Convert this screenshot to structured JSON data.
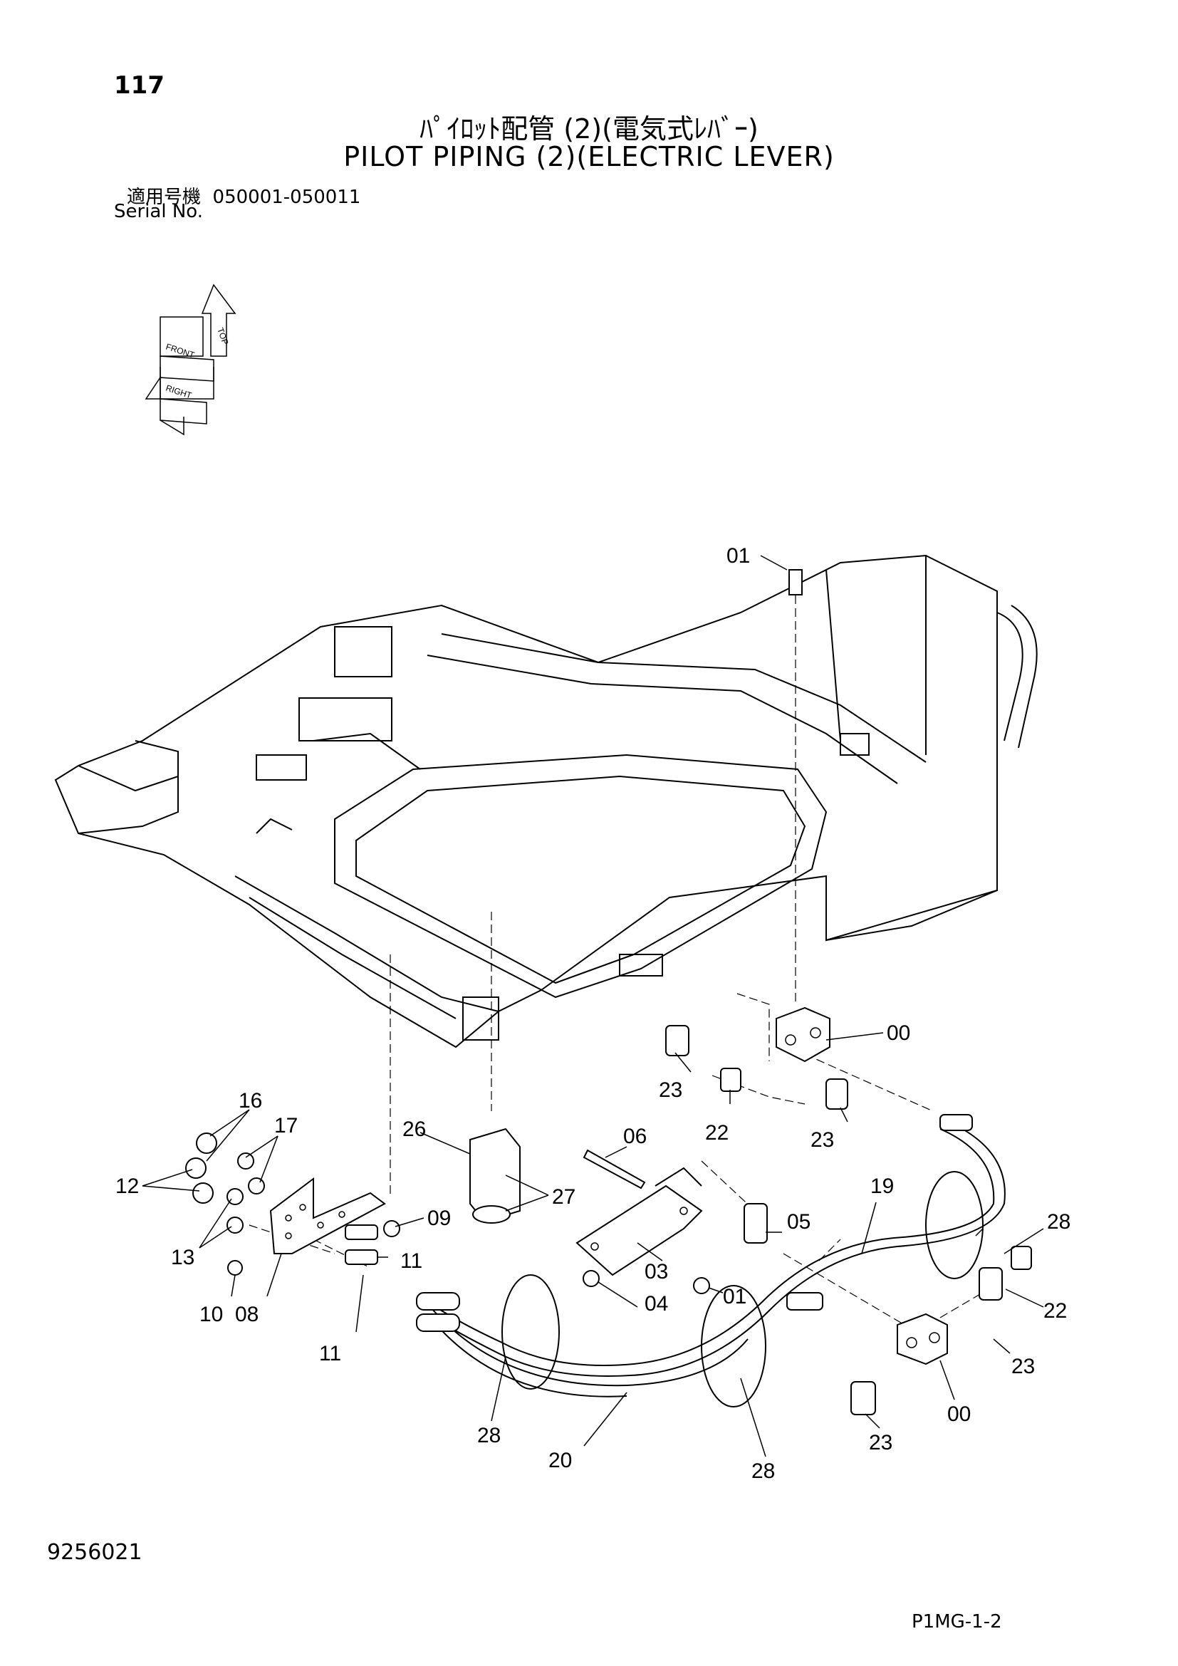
{
  "header": {
    "page_number": "117",
    "title_jp": "ﾊﾟｲﾛｯﾄ配管 (2)(電気式ﾚﾊﾞｰ)",
    "title_en": "PILOT PIPING (2)(ELECTRIC LEVER)",
    "serial_label_jp": "適用号機",
    "serial_range": "050001-050011",
    "serial_label_en": "Serial No."
  },
  "orientation": {
    "top": "TOP",
    "front": "FRONT",
    "right": "RIGHT"
  },
  "callouts": [
    "01",
    "00",
    "23",
    "22",
    "23",
    "06",
    "19",
    "28",
    "05",
    "03",
    "01",
    "04",
    "22",
    "23",
    "00",
    "23",
    "28",
    "20",
    "28",
    "26",
    "27",
    "16",
    "17",
    "12",
    "13",
    "09",
    "11",
    "10",
    "08",
    "11"
  ],
  "footer": {
    "doc_number": "9256021",
    "page_code": "P1MG-1-2"
  }
}
